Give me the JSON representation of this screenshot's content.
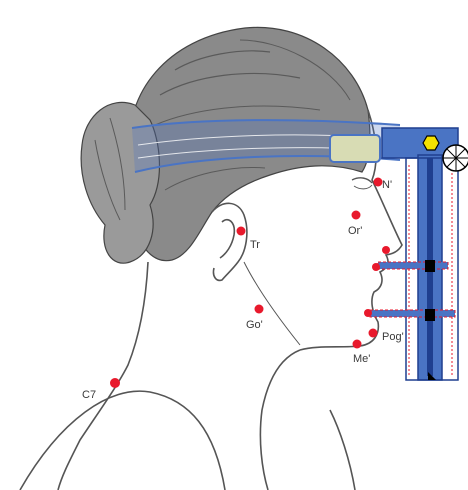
{
  "landmarks": [
    {
      "id": "Tr",
      "label": "Tr"
    },
    {
      "id": "N",
      "label": "N'"
    },
    {
      "id": "Or",
      "label": "Or'"
    },
    {
      "id": "Go",
      "label": "Go'"
    },
    {
      "id": "Pog",
      "label": "Pog'"
    },
    {
      "id": "Me",
      "label": "Me'"
    },
    {
      "id": "C7",
      "label": "C7"
    }
  ],
  "colors": {
    "landmark_dot": "#e8192c",
    "device_blue": "#4a74c4",
    "device_dark": "#1f3f8f",
    "pad": "#d8dcb4",
    "knob": "#f5e200",
    "scale_ticks": "#e8192c",
    "hair": "#8a8a8a",
    "sketch_line": "#555555"
  },
  "icons": {
    "knob": "hexagon-knob-icon",
    "wheel": "adjustment-wheel-icon",
    "slider": "slider-block-icon"
  }
}
